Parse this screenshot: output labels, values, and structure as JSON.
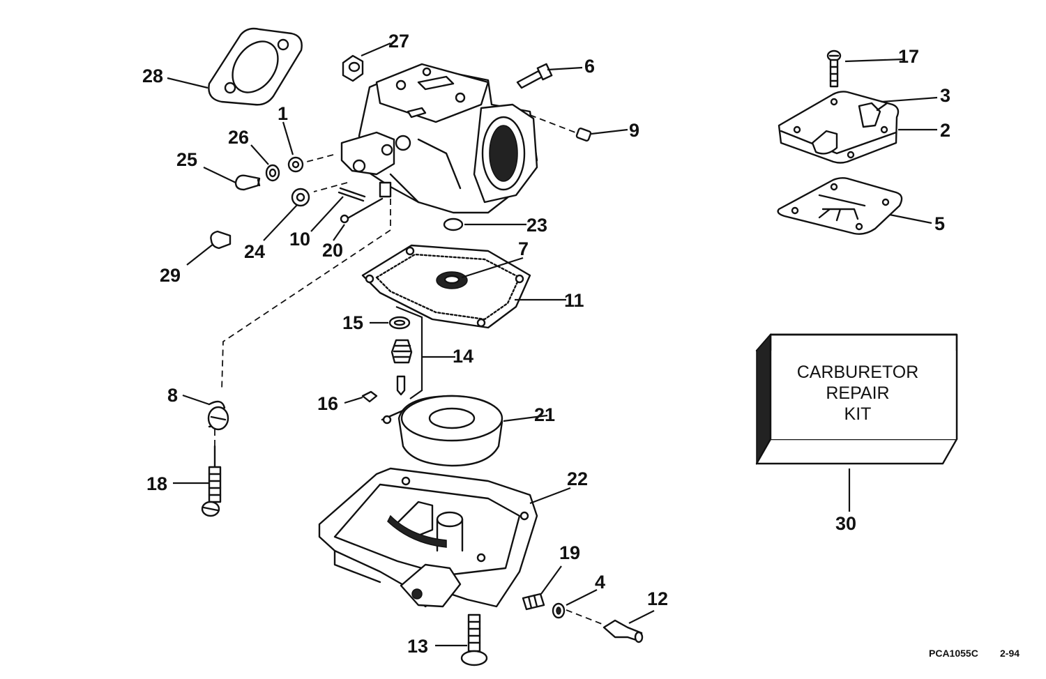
{
  "callouts": {
    "n1": "1",
    "n2": "2",
    "n3": "3",
    "n4": "4",
    "n5": "5",
    "n6": "6",
    "n7": "7",
    "n8": "8",
    "n9": "9",
    "n10": "10",
    "n11": "11",
    "n12": "12",
    "n13": "13",
    "n14": "14",
    "n15": "15",
    "n16": "16",
    "n17": "17",
    "n18": "18",
    "n19": "19",
    "n20": "20",
    "n21": "21",
    "n22": "22",
    "n23": "23",
    "n24": "24",
    "n25": "25",
    "n26": "26",
    "n27": "27",
    "n28": "28",
    "n29": "29",
    "n30": "30"
  },
  "kit": {
    "line1": "CARBURETOR",
    "line2": "REPAIR",
    "line3": "KIT"
  },
  "footer": {
    "code": "PCA1055C",
    "date": "2-94"
  }
}
